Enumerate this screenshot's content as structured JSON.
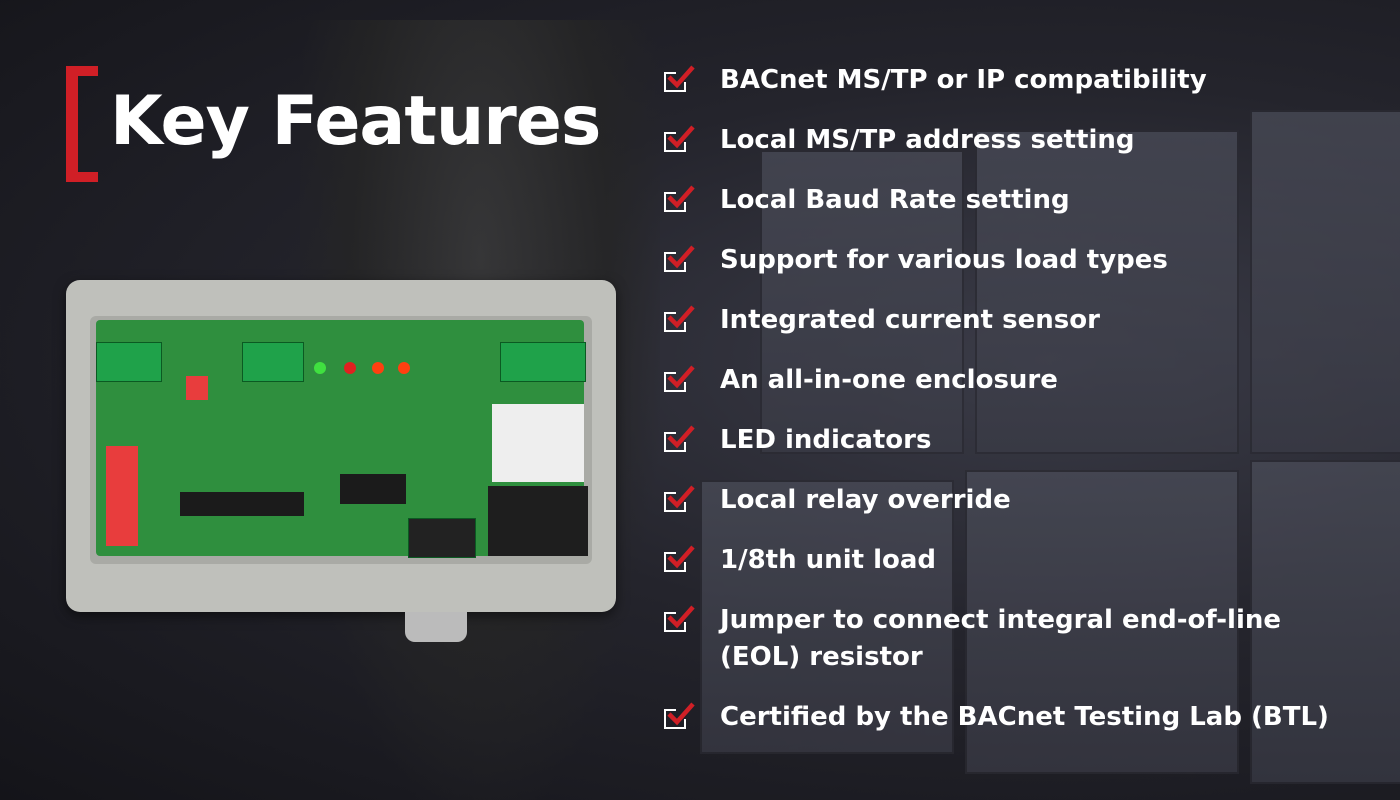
{
  "title": "Key Features",
  "colors": {
    "accent": "#d01f26",
    "text": "#ffffff",
    "background": "#1c1c22"
  },
  "checkbox_icon": "checkbox-checked-icon",
  "features": [
    "BACnet MS/TP or IP compatibility",
    "Local MS/TP address setting",
    "Local Baud Rate setting",
    "Support for various load types",
    "Integrated current sensor",
    "An all-in-one enclosure",
    "LED indicators",
    "Local relay override",
    "1/8th unit load",
    "Jumper to connect integral end-of-line (EOL) resistor",
    "Certified by the BACnet Testing Lab (BTL)"
  ]
}
